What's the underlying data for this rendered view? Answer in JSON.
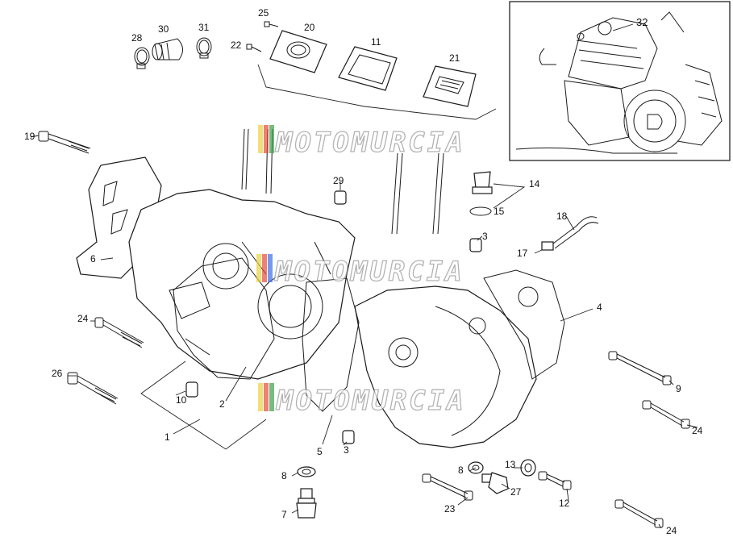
{
  "watermark": {
    "text": "MOTOMURCIA",
    "stripe_colors": [
      "#e8d23a",
      "#e84a3a",
      "#3aa04a",
      "#3a6ee8"
    ]
  },
  "inset": {
    "label": "32"
  },
  "callouts": {
    "c1": "1",
    "c2": "2",
    "c3a": "3",
    "c3b": "3",
    "c4": "4",
    "c5": "5",
    "c6": "6",
    "c7": "7",
    "c8a": "8",
    "c8b": "8",
    "c9": "9",
    "c10": "10",
    "c11": "11",
    "c12": "12",
    "c13": "13",
    "c14": "14",
    "c15": "15",
    "c17": "17",
    "c18": "18",
    "c19": "19",
    "c20": "20",
    "c21": "21",
    "c22": "22",
    "c23": "23",
    "c24a": "24",
    "c24b": "24",
    "c24c": "24",
    "c25": "25",
    "c26": "26",
    "c27": "27",
    "c28": "28",
    "c29": "29",
    "c30": "30",
    "c31": "31"
  },
  "colors": {
    "line": "#1a1a1a",
    "background": "#ffffff"
  }
}
